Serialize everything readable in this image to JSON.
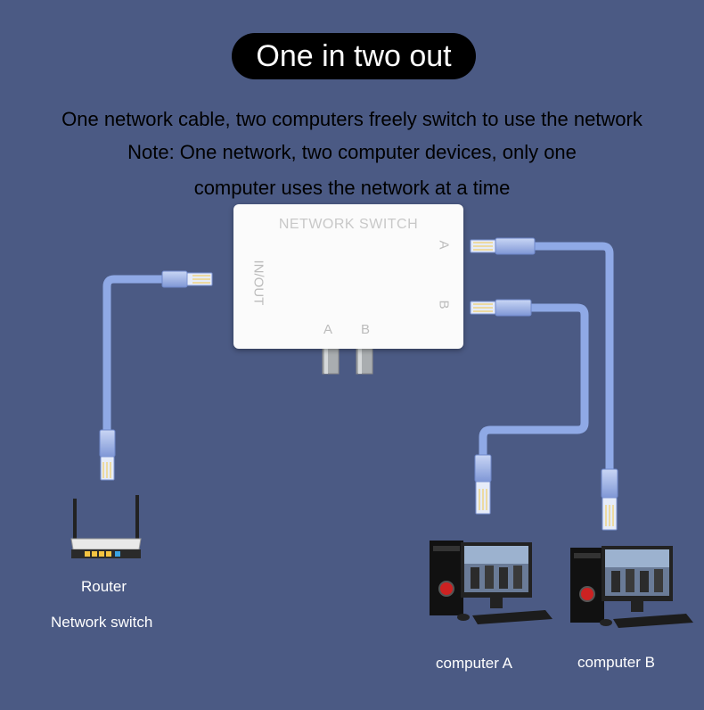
{
  "header": {
    "title": "One in two out"
  },
  "description": {
    "line1": "One network cable, two computers freely switch to use the network",
    "line2": "Note: One network, two computer devices, only one",
    "line3": "computer uses the network at a time"
  },
  "device": {
    "title": "NETWORK SWITCH",
    "port_in_out": "IN/OUT",
    "port_a": "A",
    "port_b": "B",
    "button_a": "A",
    "button_b": "B"
  },
  "labels": {
    "router": "Router",
    "network_switch": "Network switch",
    "computer_a": "computer A",
    "computer_b": "computer B"
  },
  "colors": {
    "background": "#4b5a84",
    "cable": "#8fa9e6",
    "pill": "#000000"
  }
}
